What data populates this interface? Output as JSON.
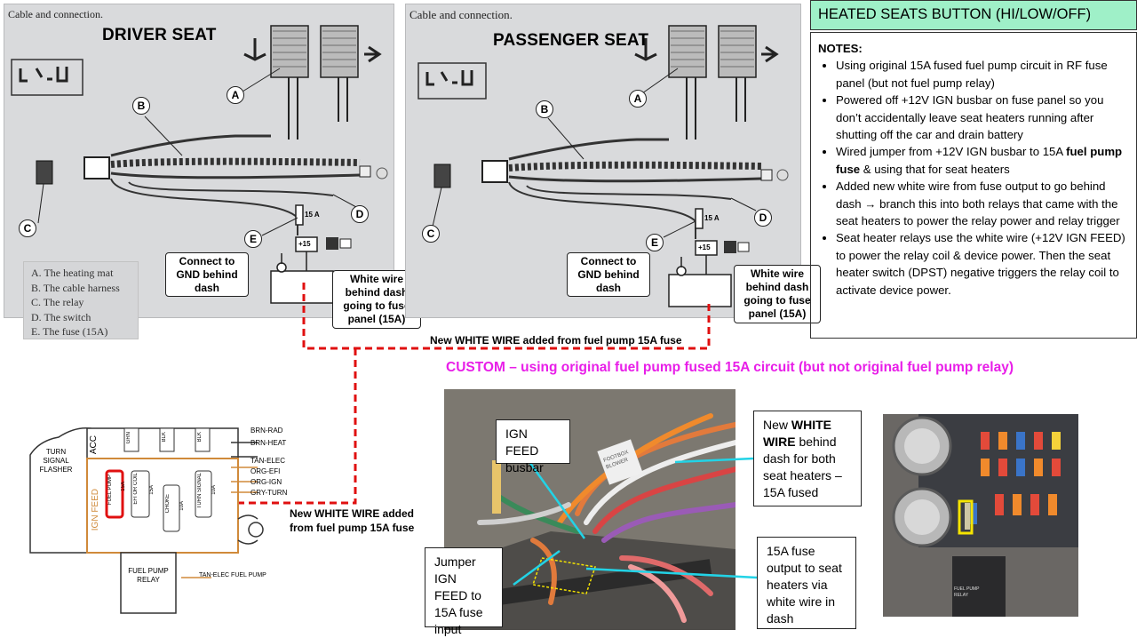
{
  "header": {
    "title": "HEATED SEATS BUTTON (HI/LOW/OFF)"
  },
  "notes": {
    "title": "NOTES:",
    "items": [
      {
        "pre": "Using original 15A fused fuel pump circuit in RF fuse panel (but not fuel pump relay)",
        "bold": "",
        "post": ""
      },
      {
        "pre": "Powered off +12V IGN busbar on fuse panel so you don’t accidentally leave seat heaters running after shutting off the car and drain battery",
        "bold": "",
        "post": ""
      },
      {
        "pre": "Wired jumper from +12V IGN busbar to 15A ",
        "bold": "fuel pump fuse",
        "post": " & using that for seat heaters"
      },
      {
        "pre": "Added new white wire from fuse output to go behind dash → branch this into both relays that came with the seat heaters to power the relay power and relay trigger",
        "bold": "",
        "post": ""
      },
      {
        "pre": "Seat heater relays use the white wire (+12V IGN FEED) to power the relay coil & device power. Then the seat heater switch (DPST) negative triggers the relay coil to activate device power.",
        "bold": "",
        "post": ""
      }
    ]
  },
  "driver": {
    "caption": "Cable and connection.",
    "title": "DRIVER SEAT",
    "gnd_label": "Connect to GND behind dash",
    "white_label": "White wire behind dash going to fuse panel (15A)"
  },
  "passenger": {
    "caption": "Cable and connection.",
    "title": "PASSENGER SEAT",
    "gnd_label": "Connect to GND behind dash",
    "white_label": "White wire behind dash going to fuse panel (15A)"
  },
  "letters": {
    "a": "A",
    "b": "B",
    "c": "C",
    "d": "D",
    "e": "E"
  },
  "fuse_small": "15 A",
  "plus15": "+15",
  "legend": [
    "A. The heating mat",
    "B. The cable harness",
    "C. The relay",
    "D. The switch",
    "E. The fuse (15A)"
  ],
  "wire_label_top": "New WHITE WIRE added from fuel pump 15A fuse",
  "wire_label_left": "New WHITE WIRE added from fuel pump 15A fuse",
  "custom_title": "CUSTOM – using original fuel pump fused 15A circuit (but not original fuel pump relay)",
  "fuse_panel": {
    "turn_flasher": "TURN SIGNAL FLASHER",
    "acc": "ACC",
    "ign_feed": "IGN FEED",
    "fuel_pump": "FUEL PUMP",
    "fuel_pump_amp": "15A",
    "efi": "EFI OR COIL",
    "efi_amp": "15A",
    "choke": "CHOKE",
    "choke_amp": "10A",
    "turn_signal": "TURN SIGNAL",
    "turn_amp": "10A",
    "relay": "FUEL PUMP RELAY",
    "wires": [
      "BRN-RAD",
      "BRN-HEAT",
      "TAN-ELEC",
      "ORG-EFI",
      "ORG-IGN",
      "GRY-TURN"
    ],
    "tan_elec": "TAN-ELEC FUEL PUMP",
    "top_fuses": [
      "GRN",
      "BLK",
      "BLK"
    ]
  },
  "photo_labels": {
    "ign_busbar": "IGN FEED busbar",
    "jumper": "Jumper IGN FEED to 15A fuse input",
    "white_wire_pre": "New ",
    "white_wire_bold": "WHITE WIRE",
    "white_wire_post": " behind dash for both seat heaters – 15A fused",
    "fuse_output": "15A fuse output to seat heaters via white wire in dash",
    "tag": "FOOTBOX BLOWER",
    "relay_label": "FUEL PUMP RELAY"
  },
  "colors": {
    "header_bg": "#9ff0c8",
    "custom_title": "#e81ee8",
    "dashed_wire": "#e01010",
    "callout_line": "#22d3e6",
    "highlight": "#f5e400"
  }
}
